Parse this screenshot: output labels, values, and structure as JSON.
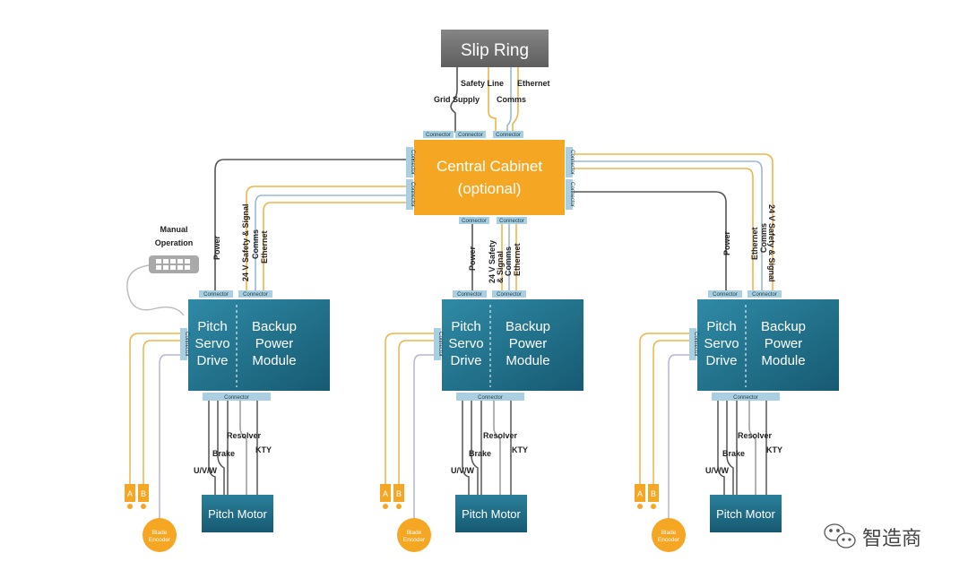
{
  "diagram": {
    "slip_ring": "Slip Ring",
    "central_cabinet": [
      "Central Cabinet",
      "(optional)"
    ],
    "manual_operation": [
      "Manual",
      "Operation"
    ],
    "top_labels": {
      "grid_supply": "Grid Supply",
      "safety_line": "Safety Line",
      "comms": "Comms",
      "ethernet": "Ethernet"
    },
    "connector": "Connector",
    "vertical_labels": {
      "power": "Power",
      "safety_signal": "24 V Safety & Signal",
      "comms": "Comms",
      "ethernet": "Ethernet",
      "safety_signal_mid": [
        "24 V Safety",
        "& Signal"
      ]
    },
    "pitch_servo_drive": [
      "Pitch",
      "Servo",
      "Drive"
    ],
    "backup_power_module": [
      "Backup",
      "Power",
      "Module"
    ],
    "motor_labels": {
      "uvw": "U/V/W",
      "brake": "Brake",
      "resolver": "Resolver",
      "kty": "KTY"
    },
    "pitch_motor": "Pitch Motor",
    "blade_encoder": [
      "Blade",
      "Encoder"
    ],
    "encoder_a": "A",
    "encoder_b": "B",
    "watermark": "智造商"
  },
  "colors": {
    "orange": "#f5a623",
    "teal_dark": "#1f6680",
    "teal": "#2d86a0",
    "grey_box": "#6b6b6b",
    "connector": "#a9cfe0",
    "line_dark": "#555555",
    "line_orange": "#f0b44a",
    "line_blue": "#9bb8d6"
  }
}
